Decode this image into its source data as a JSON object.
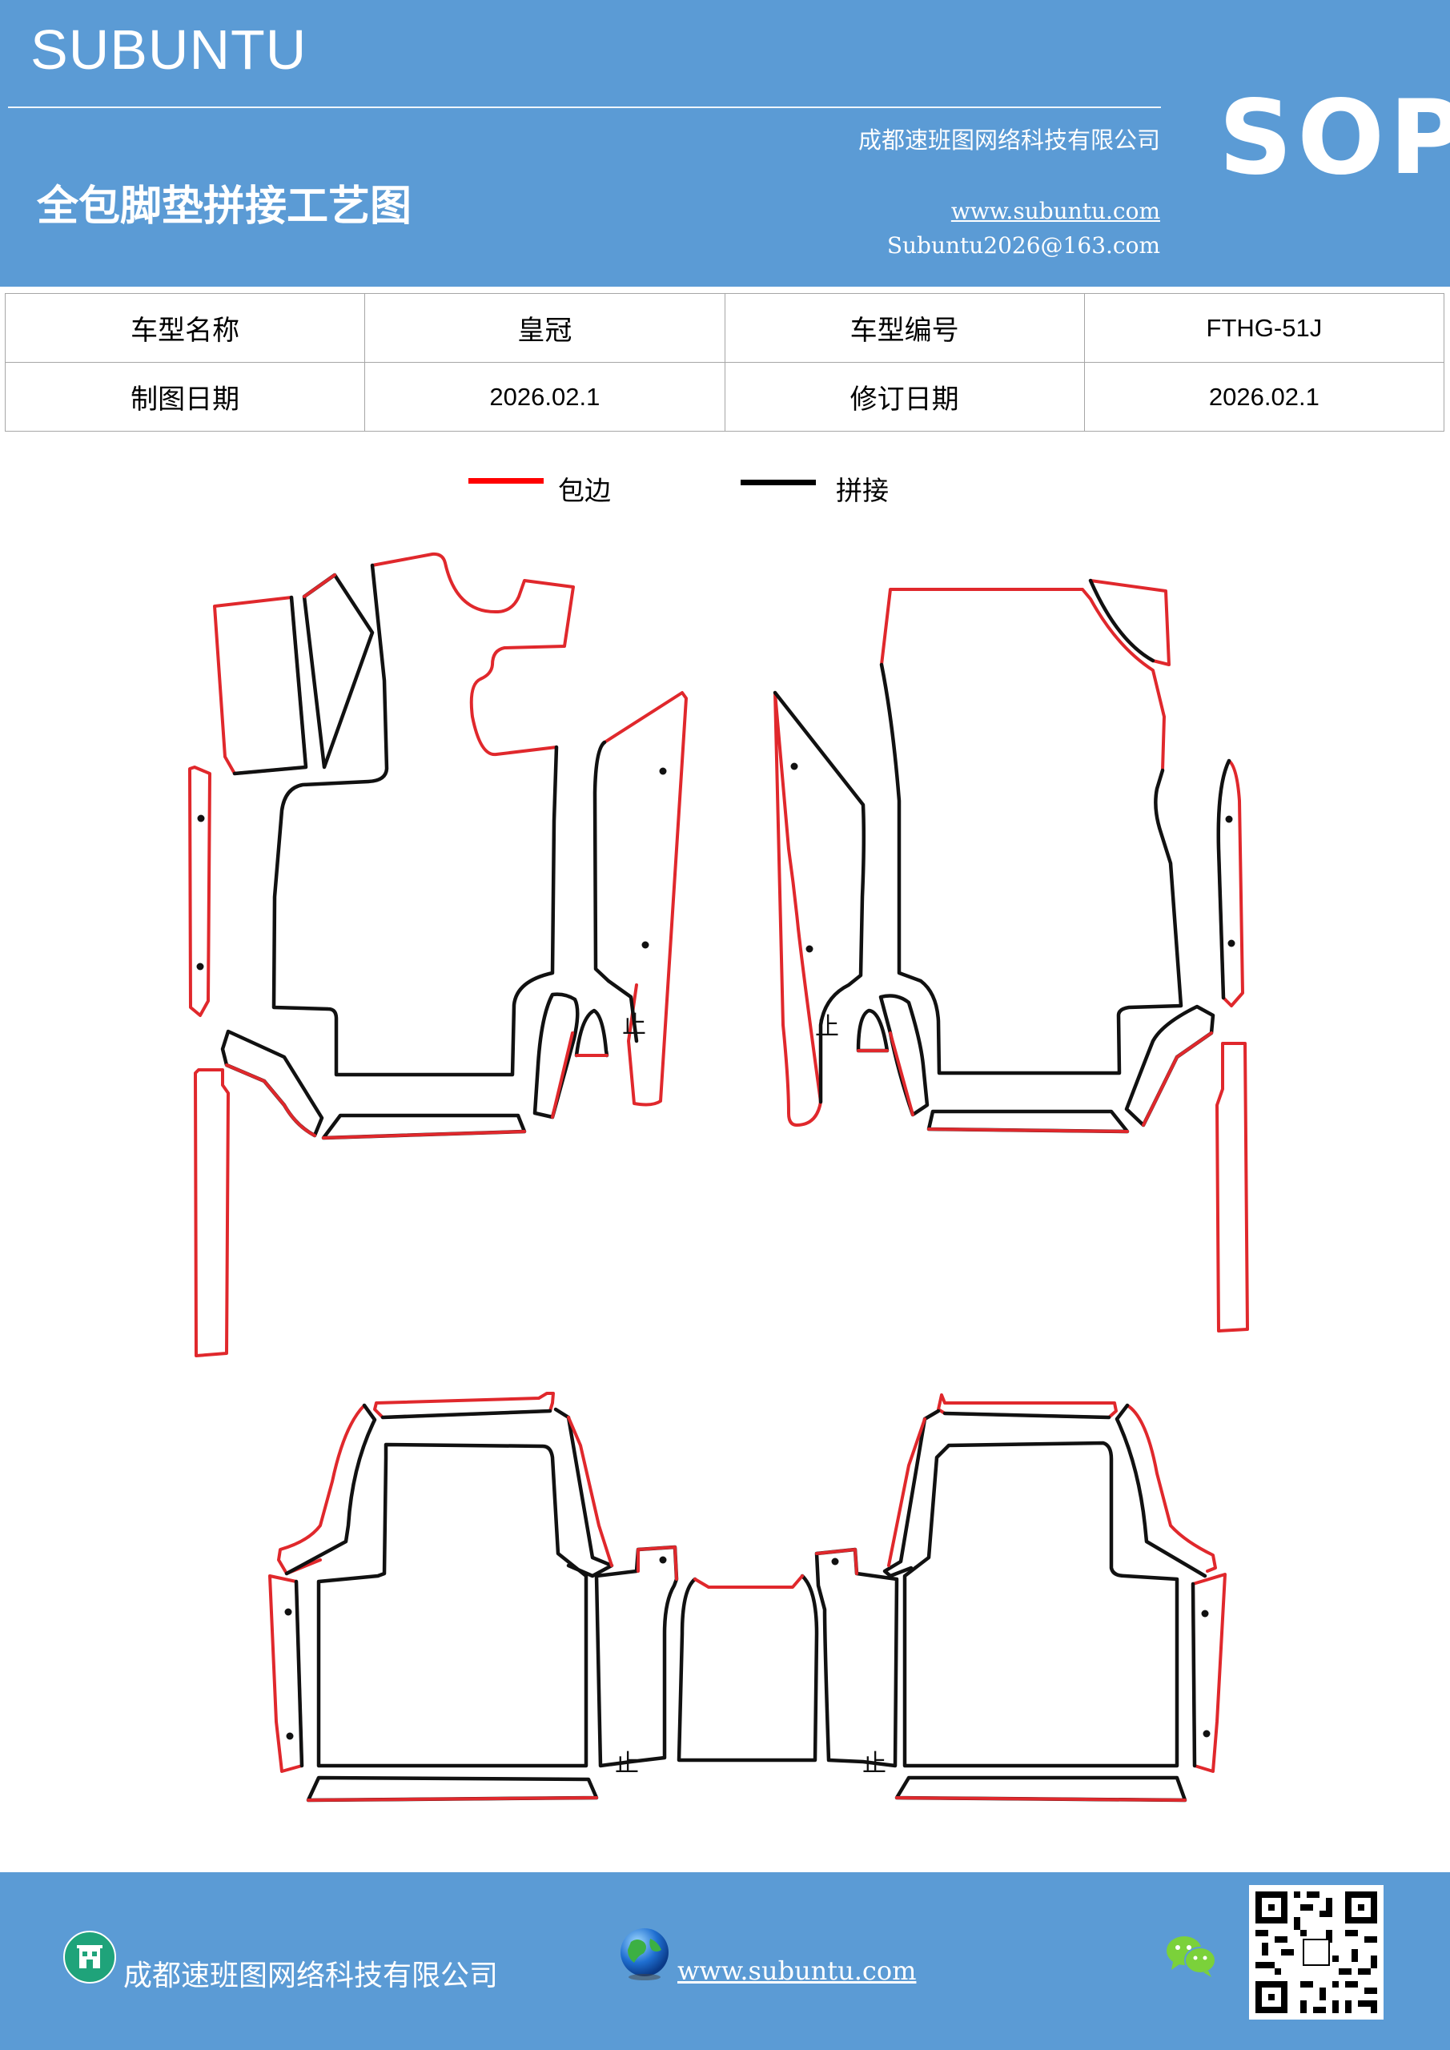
{
  "header": {
    "brand": "SUBUNTU",
    "company": "成都速班图网络科技有限公司",
    "title": "全包脚垫拼接工艺图",
    "website": "www.subuntu.com",
    "email": "Subuntu2026@163.com",
    "badge": "SOP"
  },
  "info_table": {
    "rows": [
      {
        "label1": "车型名称",
        "value1": "皇冠",
        "label2": "车型编号",
        "value2": "FTHG-51J"
      },
      {
        "label1": "制图日期",
        "value1": "2026.02.1",
        "label2": "修订日期",
        "value2": "2026.02.1"
      }
    ]
  },
  "legend": {
    "edge": {
      "label": "包边",
      "color": "#ff0000"
    },
    "seam": {
      "label": "拼接",
      "color": "#000000"
    }
  },
  "diagram": {
    "stop_marker": "止"
  },
  "footer": {
    "company": "成都速班图网络科技有限公司",
    "website": "www.subuntu.com",
    "icons": [
      "building-icon",
      "globe-icon",
      "wechat-icon",
      "qr-code"
    ]
  }
}
